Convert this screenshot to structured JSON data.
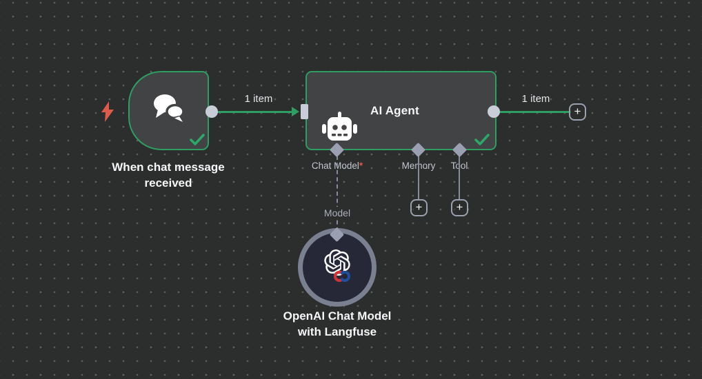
{
  "canvas": {
    "bg_color": "#2c2d2d",
    "accent_green": "#2e9e63",
    "trigger_bolt_color": "#dd5b4b",
    "connector_color": "#c8cdd8",
    "port_diamond_color": "#9aa0b2"
  },
  "nodes": {
    "trigger": {
      "label": "When chat message received",
      "icon": "chat-bubbles-icon",
      "status": "success"
    },
    "agent": {
      "title": "AI Agent",
      "icon": "robot-icon",
      "status": "success",
      "ports": [
        {
          "label": "Chat Model",
          "required_marker": "*"
        },
        {
          "label": "Memory",
          "required_marker": ""
        },
        {
          "label": "Tool",
          "required_marker": ""
        }
      ]
    },
    "model": {
      "label_line1": "OpenAI Chat Model",
      "label_line2": "with Langfuse",
      "icon": "openai-icon"
    }
  },
  "connections": {
    "trigger_to_agent": {
      "label": "1 item"
    },
    "agent_output": {
      "label": "1 item"
    },
    "model_link": {
      "label": "Model"
    }
  },
  "buttons": {
    "plus_label": "+"
  }
}
